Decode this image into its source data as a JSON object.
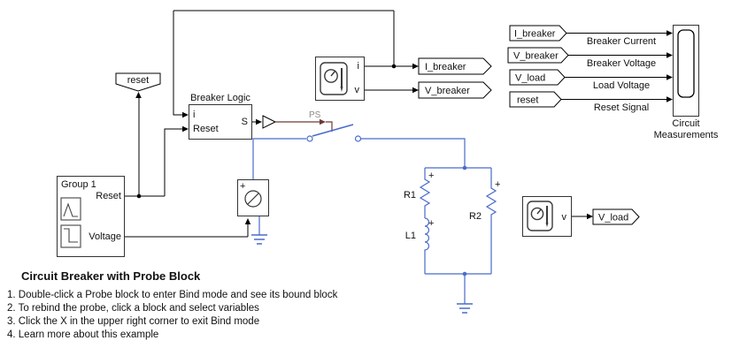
{
  "diagram": {
    "tags": {
      "reset_goto": "reset",
      "i_breaker_goto": "I_breaker",
      "v_breaker_goto": "V_breaker",
      "v_load_goto": "V_load",
      "from_i_breaker": "I_breaker",
      "from_v_breaker": "V_breaker",
      "from_v_load": "V_load",
      "from_reset": "reset"
    },
    "breaker_logic": {
      "title": "Breaker Logic",
      "port_i": "i",
      "port_reset": "Reset",
      "port_s": "S"
    },
    "group1": {
      "title": "Group 1",
      "port_reset": "Reset",
      "port_voltage": "Voltage"
    },
    "probe_breaker": {
      "port_i": "i",
      "port_v": "v"
    },
    "probe_load": {
      "port_v": "v"
    },
    "ps_label": "PS",
    "scope_label": "Circuit Measurements",
    "signal_labels": {
      "breaker_current": "Breaker Current",
      "breaker_voltage": "Breaker Voltage",
      "load_voltage": "Load Voltage",
      "reset_signal": "Reset Signal"
    },
    "components": {
      "r1": "R1",
      "r2": "R2",
      "l1": "L1",
      "polarity": "+"
    }
  },
  "annotation": {
    "title": "Circuit Breaker with Probe Block",
    "steps": [
      "1. Double-click a Probe block to enter Bind mode and see its bound block",
      "2. To rebind the probe, click a block and select variables",
      "3. Click the X in the upper right corner to exit Bind mode",
      "4. Learn more about this example"
    ]
  },
  "colors": {
    "signal_wire": "#000000",
    "electrical_wire": "#4a6bc9",
    "physical_signal_wire": "#6e3a34",
    "port_label_gray": "#8a8a8a"
  }
}
